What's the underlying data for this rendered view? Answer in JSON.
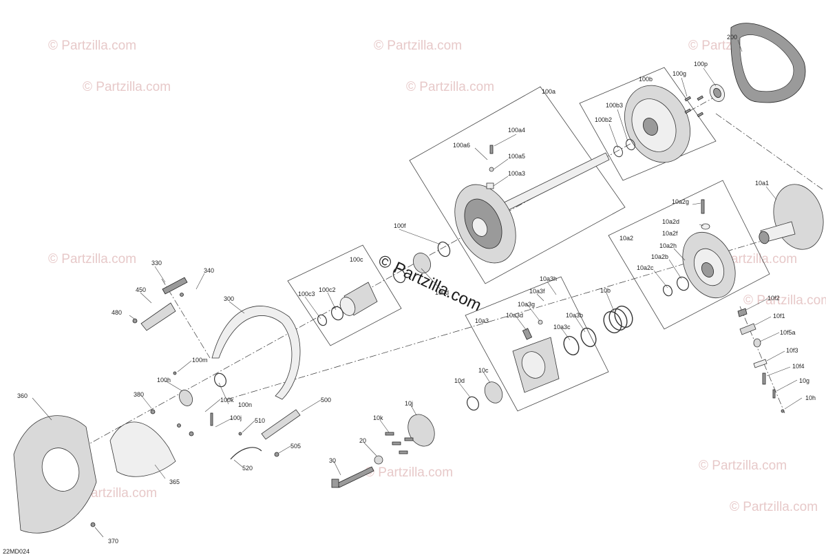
{
  "watermark": "© Partzilla.com",
  "diagram_code": "22MD024",
  "callouts": {
    "c200": "200",
    "c100p": "100p",
    "c100g": "100g",
    "c100b": "100b",
    "c100b3": "100b3",
    "c100b2": "100b2",
    "c100a": "100a",
    "c100a4": "100a4",
    "c100a6": "100a6",
    "c100a5": "100a5",
    "c100a3": "100a3",
    "c10a1": "10a1",
    "c10a2g": "10a2g",
    "c10a2d": "10a2d",
    "c10a2f": "10a2f",
    "c10a2": "10a2",
    "c10a2h": "10a2h",
    "c10a2b": "10a2b",
    "c10a2c": "10a2c",
    "c100f": "100f",
    "c100c": "100c",
    "c100c3": "100c3",
    "c100c2": "100c2",
    "c100d": "100d",
    "c330": "330",
    "c340": "340",
    "c450": "450",
    "c480": "480",
    "c300": "300",
    "c10a3h": "10a3h",
    "c10a3f": "10a3f",
    "c10a3g": "10a3g",
    "c10a3d": "10a3d",
    "c10a3b": "10a3b",
    "c10a3": "10a3",
    "c10a3c": "10a3c",
    "c10b": "10b",
    "c10f2": "10f2",
    "c10f1": "10f1",
    "c10f5a": "10f5a",
    "c10f3": "10f3",
    "c10f4": "10f4",
    "c10g": "10g",
    "c10h": "10h",
    "c100m": "100m",
    "c100h": "100h",
    "c380": "380",
    "c100k": "100k",
    "c100n": "100n",
    "c100j": "100j",
    "c500": "500",
    "c510": "510",
    "c505": "505",
    "c520": "520",
    "c10c": "10c",
    "c10d": "10d",
    "c10j": "10j",
    "c10k": "10k",
    "c20": "20",
    "c30": "30",
    "c360": "360",
    "c365": "365",
    "c370": "370"
  }
}
